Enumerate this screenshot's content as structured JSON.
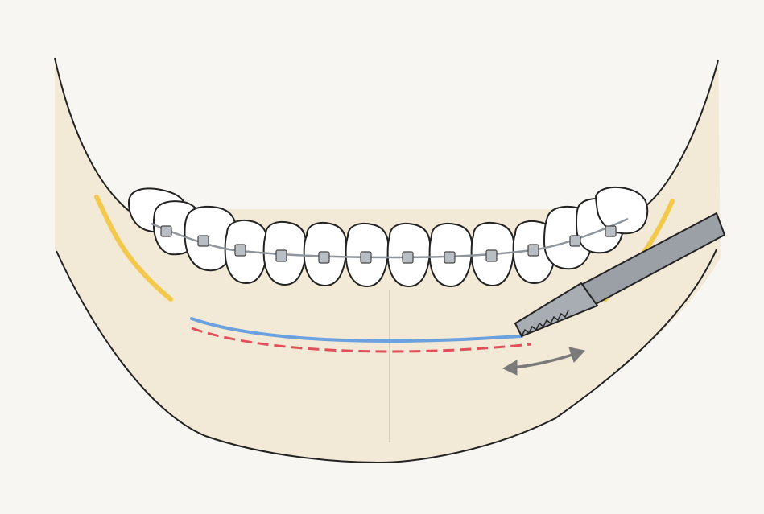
{
  "diagram": {
    "subject": "mandible-with-orthodontic-braces-and-saw",
    "text_labels": [],
    "colors": {
      "background": "#f8f6f2",
      "skin": "#f3e9d7",
      "outline": "#222222",
      "tooth_fill": "#ffffff",
      "bracket": "#b9bec4",
      "archwire": "#8f959c",
      "nerve": "#f2c94c",
      "cut_line_blue": "#6aa1de",
      "cut_line_red": "#e0505a",
      "midline": "#cfc5b6",
      "saw": "#9aa0a6",
      "arrow": "#7a7a7a"
    },
    "components": {
      "lower_teeth_count": 14,
      "brackets_count": 12,
      "nerve_lines": 2,
      "osteotomy_lines": [
        "solid-blue",
        "dashed-red"
      ],
      "instrument": "oscillating-saw",
      "motion_indicator": "double-headed-arrow"
    }
  }
}
